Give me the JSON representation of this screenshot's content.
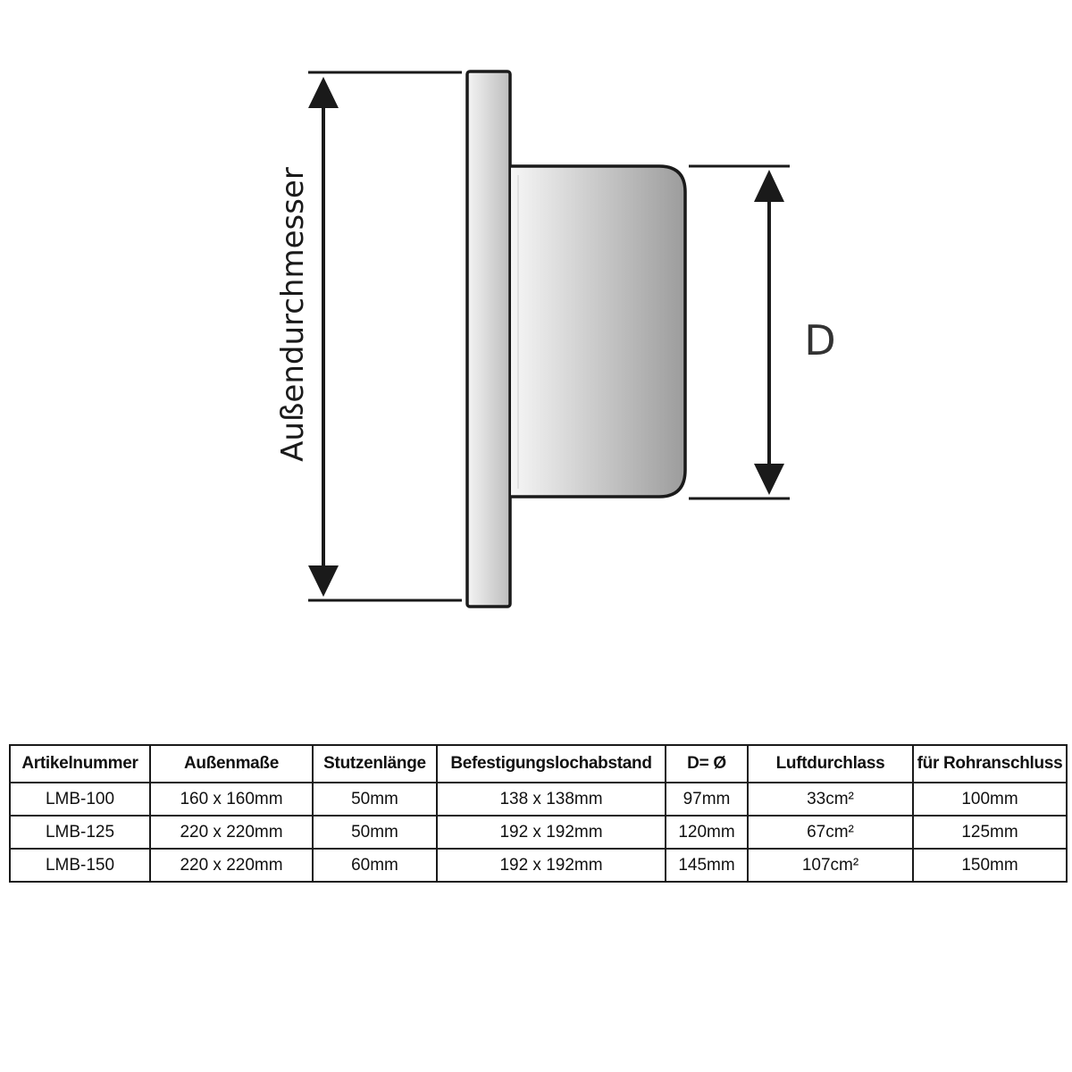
{
  "diagram": {
    "outer_label": "Außendurchmesser",
    "d_label": "D",
    "colors": {
      "line": "#1a1a1a",
      "plate_light": "#f4f4f4",
      "plate_dark": "#bcbcbc",
      "spigot_light": "#f6f6f6",
      "spigot_dark": "#9c9c9c",
      "d_label": "#333333"
    }
  },
  "table": {
    "headers": [
      "Artikelnummer",
      "Außenmaße",
      "Stutzenlänge",
      "Befestigungslochabstand",
      "D= Ø",
      "Luftdurchlass",
      "für Rohranschluss"
    ],
    "rows": [
      [
        "LMB-100",
        "160 x 160mm",
        "50mm",
        "138 x 138mm",
        "97mm",
        "33cm²",
        "100mm"
      ],
      [
        "LMB-125",
        "220 x 220mm",
        "50mm",
        "192 x 192mm",
        "120mm",
        "67cm²",
        "125mm"
      ],
      [
        "LMB-150",
        "220 x 220mm",
        "60mm",
        "192 x 192mm",
        "145mm",
        "107cm²",
        "150mm"
      ]
    ]
  }
}
